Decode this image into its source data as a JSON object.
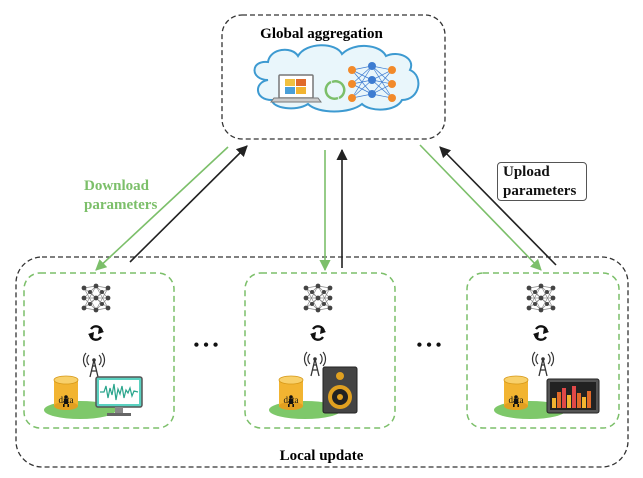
{
  "global": {
    "title": "Global aggregation"
  },
  "local": {
    "title": "Local update"
  },
  "labels": {
    "download_line1": "Download",
    "download_line2": "parameters",
    "upload_line1": "Upload",
    "upload_line2": "parameters"
  },
  "clients": [
    {
      "data_label": "data",
      "device": "monitor"
    },
    {
      "data_label": "data",
      "device": "speaker"
    },
    {
      "data_label": "data",
      "device": "equalizer"
    }
  ],
  "ellipsis": "• • •",
  "colors": {
    "download": "#7cbf6a",
    "upload": "#222222",
    "data_cylinder": "#f2b431",
    "ground": "#7ec86a"
  }
}
